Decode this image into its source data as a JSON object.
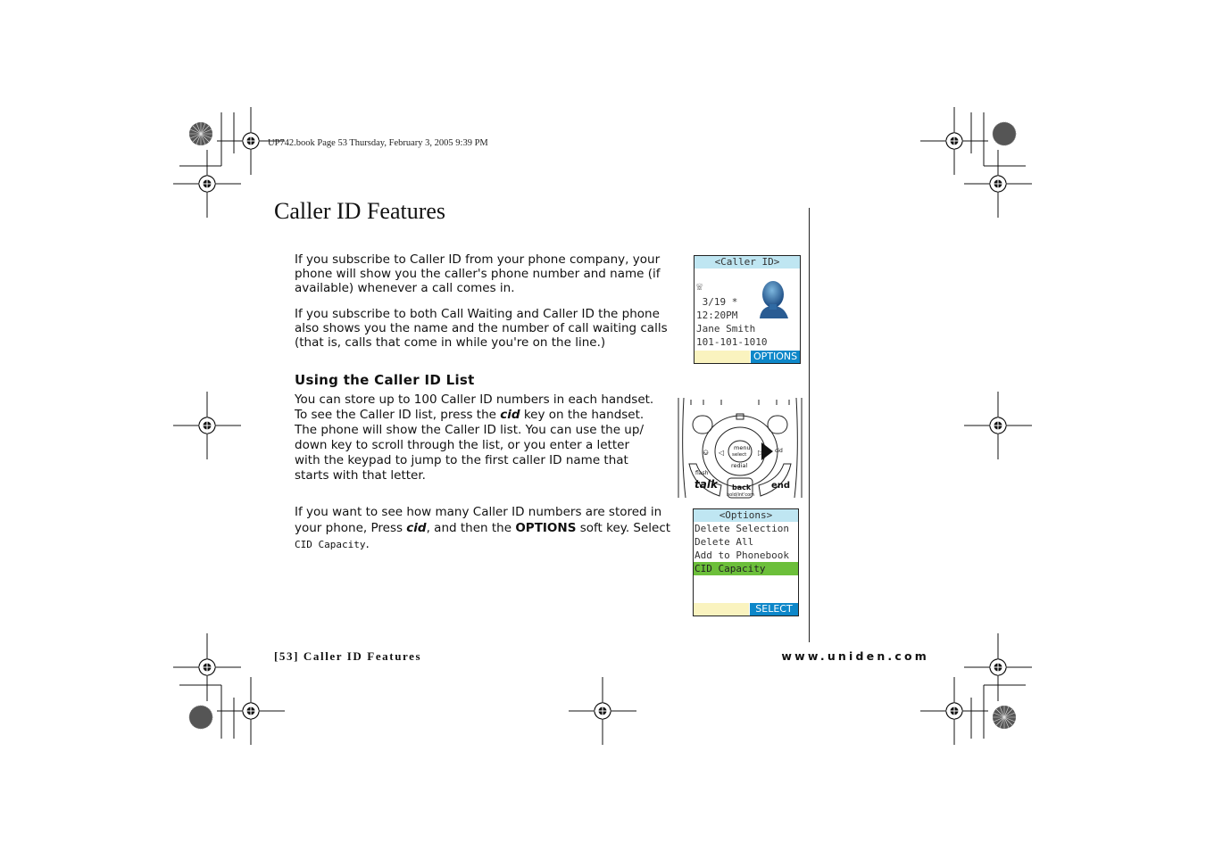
{
  "print_mark": "UP742.book  Page 53  Thursday, February 3, 2005  9:39 PM",
  "page_title": "Caller ID Features",
  "intro": {
    "p1": [
      "If you subscribe to Caller ID from your phone company, your",
      "phone will show you the caller's phone number and name (if",
      "available) whenever a call comes in."
    ],
    "p2": [
      "If you subscribe to both Call Waiting and Caller ID the phone",
      "also shows you the name and the number of call waiting calls",
      "(that is, calls that come in while you're on the line.)"
    ]
  },
  "section": {
    "heading": "Using the Caller ID List",
    "p1": {
      "l1": "You can store up to 100 Caller ID numbers in each handset.",
      "l2_pre": "To see the Caller ID list, press the ",
      "l2_key": "cid",
      "l2_post": " key on the handset.",
      "l3": "The phone will show the Caller ID list. You can use the up/",
      "l4": "down key to scroll through the list, or you enter a letter",
      "l5": "with the keypad to jump to the first caller ID name that",
      "l6": "starts with that letter."
    },
    "p2": {
      "l1": "If you want to see how many Caller ID numbers are stored in",
      "l2_pre": "your phone, Press ",
      "l2_key": "cid",
      "l2_mid": ", and then the ",
      "l2_key2": "OPTIONS",
      "l2_post": " soft key. Select",
      "l3_mono": "CID Capacity",
      "l3_post": "."
    }
  },
  "screen1": {
    "header": "<Caller ID>",
    "icon": "phone-icon",
    "date": "3/19 *",
    "time": "12:20PM",
    "name": "Jane Smith",
    "number": "101-101-1010",
    "softkey": "OPTIONS"
  },
  "handset": {
    "menu_label": "menu",
    "select_label": "select",
    "redial_label": "redial",
    "cid_label": "cid",
    "flash_label": "flash",
    "talk_label": "talk",
    "back_label": "back",
    "hold_label": "hold/int'com",
    "end_label": "end"
  },
  "screen2": {
    "header": "<Options>",
    "items": [
      "Delete Selection",
      "Delete All",
      "Add to Phonebook",
      "CID Capacity"
    ],
    "selected_index": 3,
    "softkey": "SELECT"
  },
  "footer": {
    "left": "[53] Caller ID Features",
    "right": "www.uniden.com"
  },
  "colors": {
    "lcd_header": "#bfe6f2",
    "softkey_blue": "#0d87c9",
    "softkey_yellow": "#faf3bf",
    "selection_green": "#6cbf3a"
  }
}
